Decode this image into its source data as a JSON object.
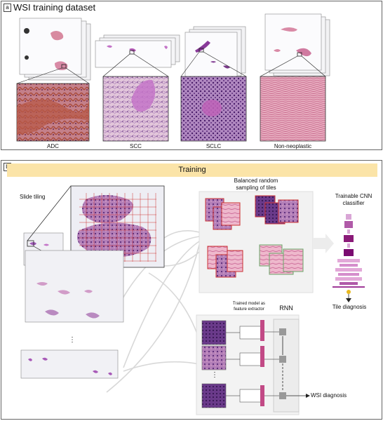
{
  "panel_a": {
    "letter": "a",
    "title": "WSI training dataset",
    "classes": [
      "ADC",
      "SCC",
      "SCLC",
      "Non-neoplastic"
    ]
  },
  "panel_b": {
    "letter": "b",
    "banner": "Training",
    "slide_tiling": "Slide tiling",
    "balanced_sampling": "Balanced random\nsampling of tiles",
    "cnn_classifier": "Trainable CNN\nclassifier",
    "tile_diagnosis": "Tile diagnosis",
    "trained_model": "Trained model as\nfeature extractor",
    "rnn": "RNN",
    "ellipsis": "⋮",
    "wsi_diagnosis": "WSI diagnosis"
  },
  "colors": {
    "adc_tissue": "#b85a48",
    "scc_tissue": "#c474c8",
    "sclc_tissue": "#7a3a8a",
    "normal_tissue": "#d98aa6",
    "banner": "#fbe4a8",
    "cnn_layer": "#b05aa8",
    "rnn_bar": "#c24a86",
    "tile_border": "#cc3333"
  }
}
